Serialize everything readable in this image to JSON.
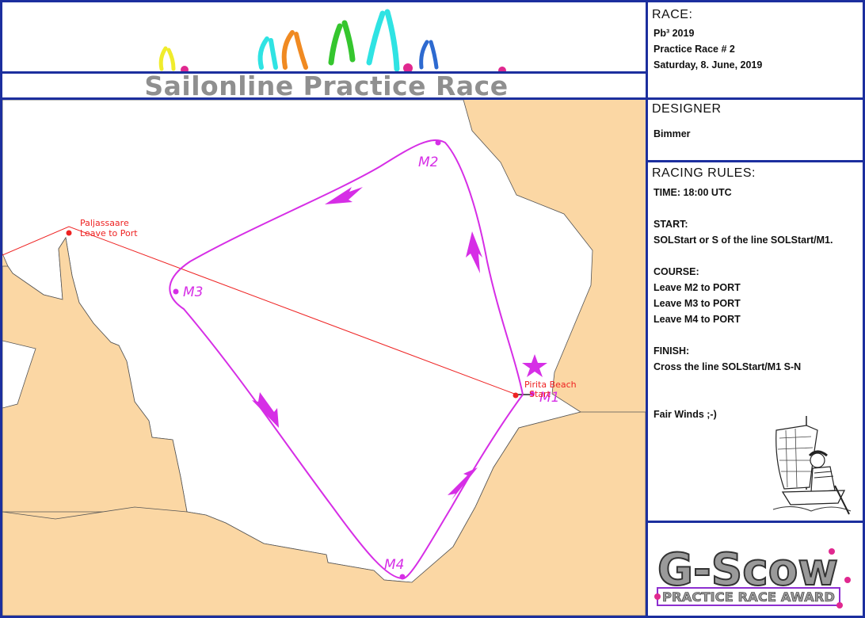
{
  "header": {
    "title": "Sailonline Practice Race",
    "sail_colors": [
      "#f0ec2c",
      "#2fe3e3",
      "#f08a22",
      "#35c62e",
      "#2fe3e3",
      "#2d6ad0"
    ],
    "dot_color": "#e0288f"
  },
  "race": {
    "heading": "RACE:",
    "line1": "Pb³ 2019",
    "line2": "Practice Race # 2",
    "line3": "Saturday, 8. June, 2019"
  },
  "designer": {
    "heading": "DESIGNER",
    "name": "Bimmer"
  },
  "rules": {
    "heading": "RACING RULES:",
    "time": "TIME: 18:00 UTC",
    "start_heading": "START:",
    "start_text": "SOLStart or S of the line SOLStart/M1.",
    "course_heading": "COURSE:",
    "course_1": "Leave M2 to PORT",
    "course_2": "Leave M3 to PORT",
    "course_3": "Leave M4 to PORT",
    "finish_heading": "FINISH:",
    "finish_text": "Cross the line SOLStart/M1 S-N",
    "closing": "Fair Winds ;-)"
  },
  "award": {
    "title": "G-Scow",
    "subtitle": "PRACTICE RACE AWARD"
  },
  "map": {
    "land_color": "#fbd7a4",
    "route_color": "#d62ee6",
    "line_color": "#ee2222",
    "marks": {
      "m1": "M1",
      "m2": "M2",
      "m3": "M3",
      "m4": "M4"
    },
    "labels": {
      "paljassaare_name": "Paljassaare",
      "paljassaare_note": "Leave to Port",
      "pirita_name": "Pirita Beach",
      "pirita_note": "Start"
    }
  }
}
